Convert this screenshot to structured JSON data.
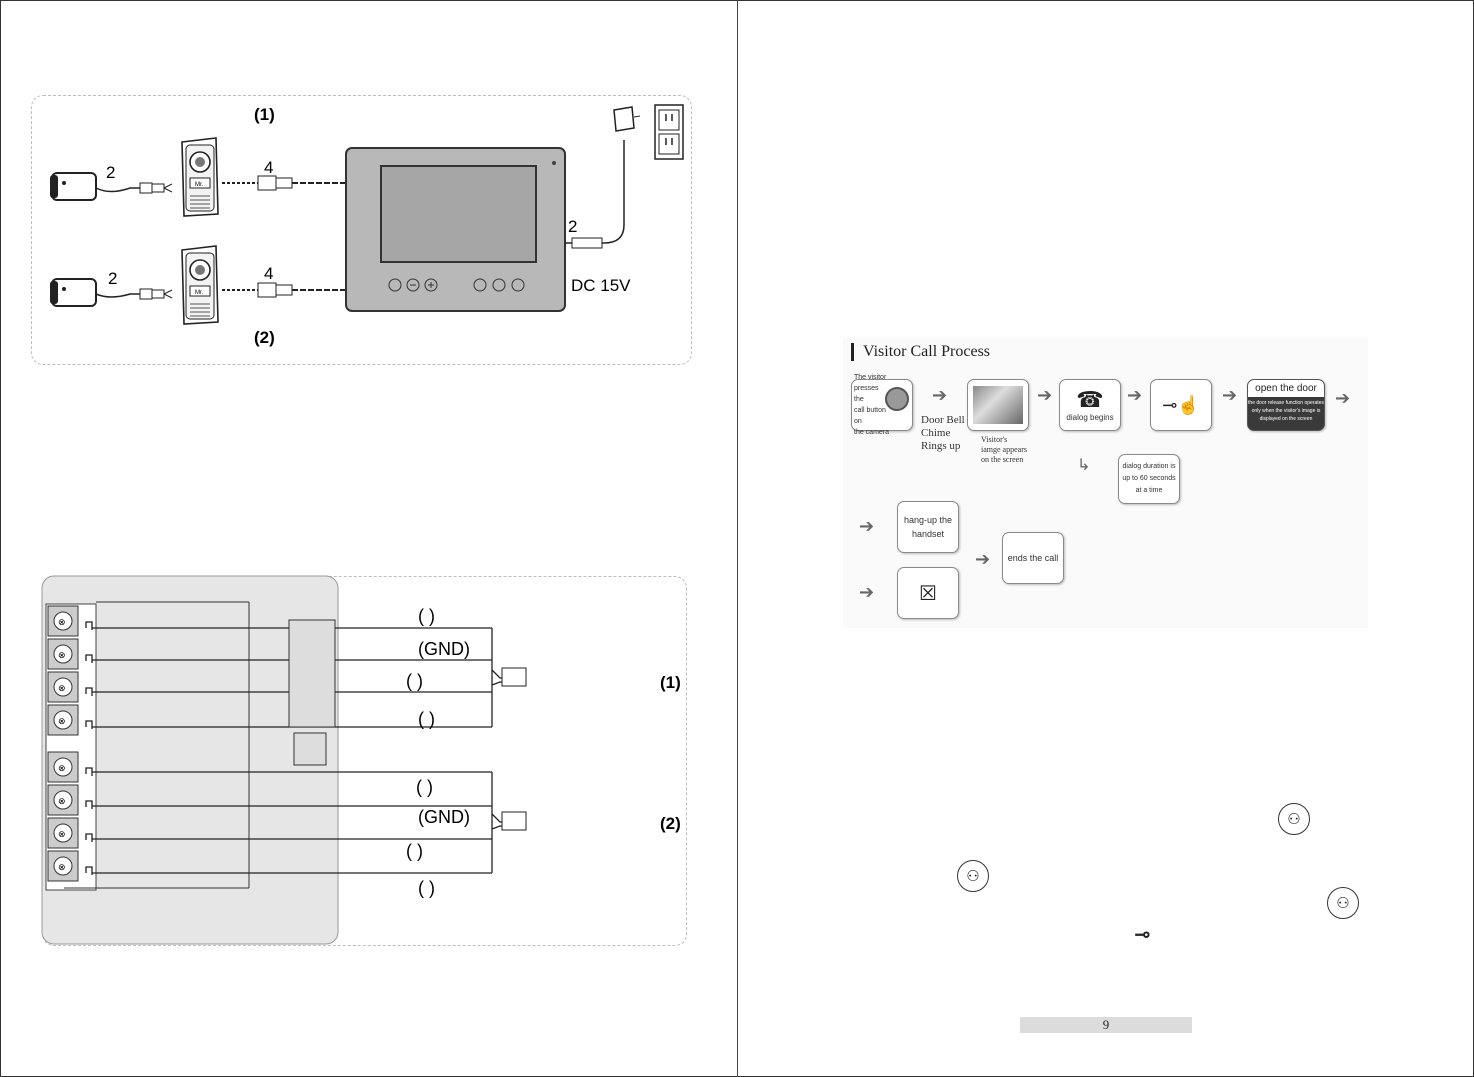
{
  "wiring_diagram_1": {
    "label_top": "(1)",
    "label_bottom": "(2)",
    "wire_count_lock_top": "2",
    "wire_count_camera_top": "4",
    "wire_count_lock_bottom": "2",
    "wire_count_camera_bottom": "4",
    "wire_count_power": "2",
    "power_label": "DC 15V",
    "nameplate_text": "Mr."
  },
  "terminal_diagram": {
    "group_1_label": "(1)",
    "group_2_label": "(2)",
    "wire_labels_group_1": [
      "(        )",
      "(GND)",
      "(            )",
      "(        )"
    ],
    "wire_labels_group_2": [
      "(        )",
      "(GND)",
      "(            )",
      "(        )"
    ]
  },
  "visitor_call_process": {
    "title": "Visitor Call Process",
    "step_press_lines": [
      "The visitor",
      "presses the",
      "call button on",
      "the camera"
    ],
    "note_chime_lines": [
      "Door Bell",
      "Chime",
      "Rings up"
    ],
    "note_image_lines": [
      "Visitor's",
      "iamge  appears",
      "on the screen"
    ],
    "step_dialog": "dialog begins",
    "step_open_door": "open the door",
    "step_open_door_note_lines": [
      "the door release function operates",
      "only when the visitor's image is",
      "displayed on the screen"
    ],
    "note_duration_lines": [
      "dialog duration is",
      "up to 60 seconds",
      "at a time"
    ],
    "step_hangup_lines": [
      "hang-up the",
      "handset"
    ],
    "step_end": "ends the call"
  },
  "page_number": "9"
}
